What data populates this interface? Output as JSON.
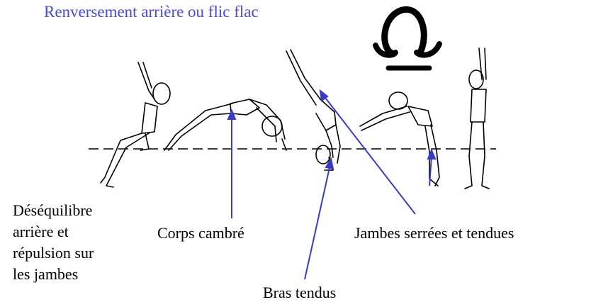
{
  "title": "Renversement arrière ou flic flac",
  "labels": {
    "desequilibre": [
      "Déséquilibre",
      "arrière et",
      "répulsion sur",
      "les jambes"
    ],
    "corps": "Corps cambré",
    "jambes": "Jambes serrées et tendues",
    "bras": "Bras tendus"
  },
  "colors": {
    "title": "#4a4ad8",
    "arrows": "#3a3ac8",
    "figure": "#000000"
  },
  "icons": [
    "element-symbol-icon"
  ]
}
